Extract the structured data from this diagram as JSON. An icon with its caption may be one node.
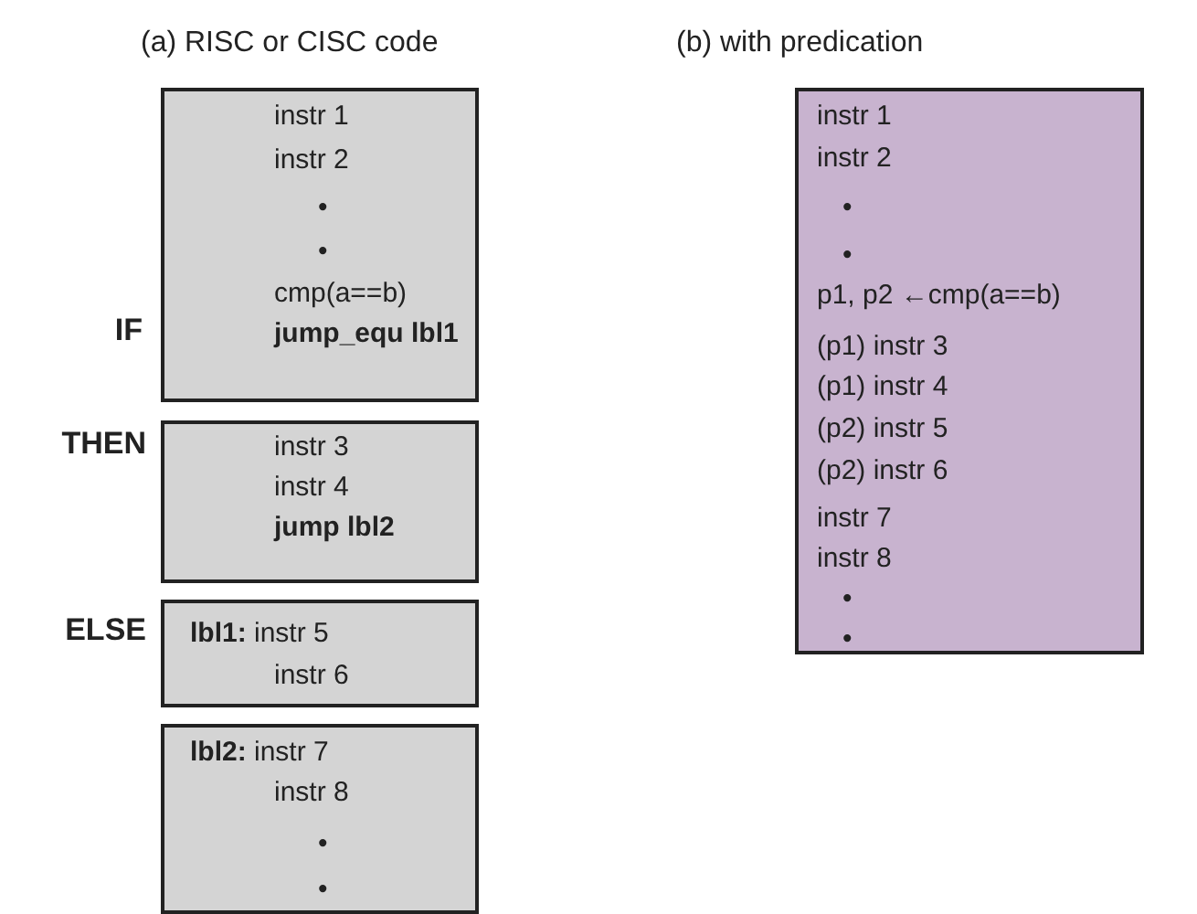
{
  "diagram": {
    "nodes": [
      {
        "text": [
          "instr 1",
          "instr 2",
          "•",
          "•",
          "cmp(a==b)",
          "jump_equ lbl1"
        ],
        "beside": [
          "IF"
        ]
      },
      {
        "text": [
          "instr 3",
          "instr 4",
          "jump lbl2"
        ],
        "beside": [
          "THEN"
        ]
      },
      {
        "text": [
          "**lbl1:** instr 5",
          "instr 6"
        ],
        "beside": [
          "ELSE"
        ]
      },
      {
        "text": [
          "**lbl2:** instr 7",
          "instr 8",
          "•",
          "•"
        ]
      },
      {
        "text": [
          "instr 1",
          "instr 2",
          "•",
          "•",
          "p1, p2 ←cmp(a==b)",
          "(p1) instr 3",
          "(p1) instr 4",
          "(p2) instr 5",
          "(p2) instr 6",
          "instr 7",
          "instr 8",
          "•",
          "•"
        ]
      }
    ],
    "labels": [
      "(a) RISC or CISC code",
      "(b) with predication"
    ]
  }
}
